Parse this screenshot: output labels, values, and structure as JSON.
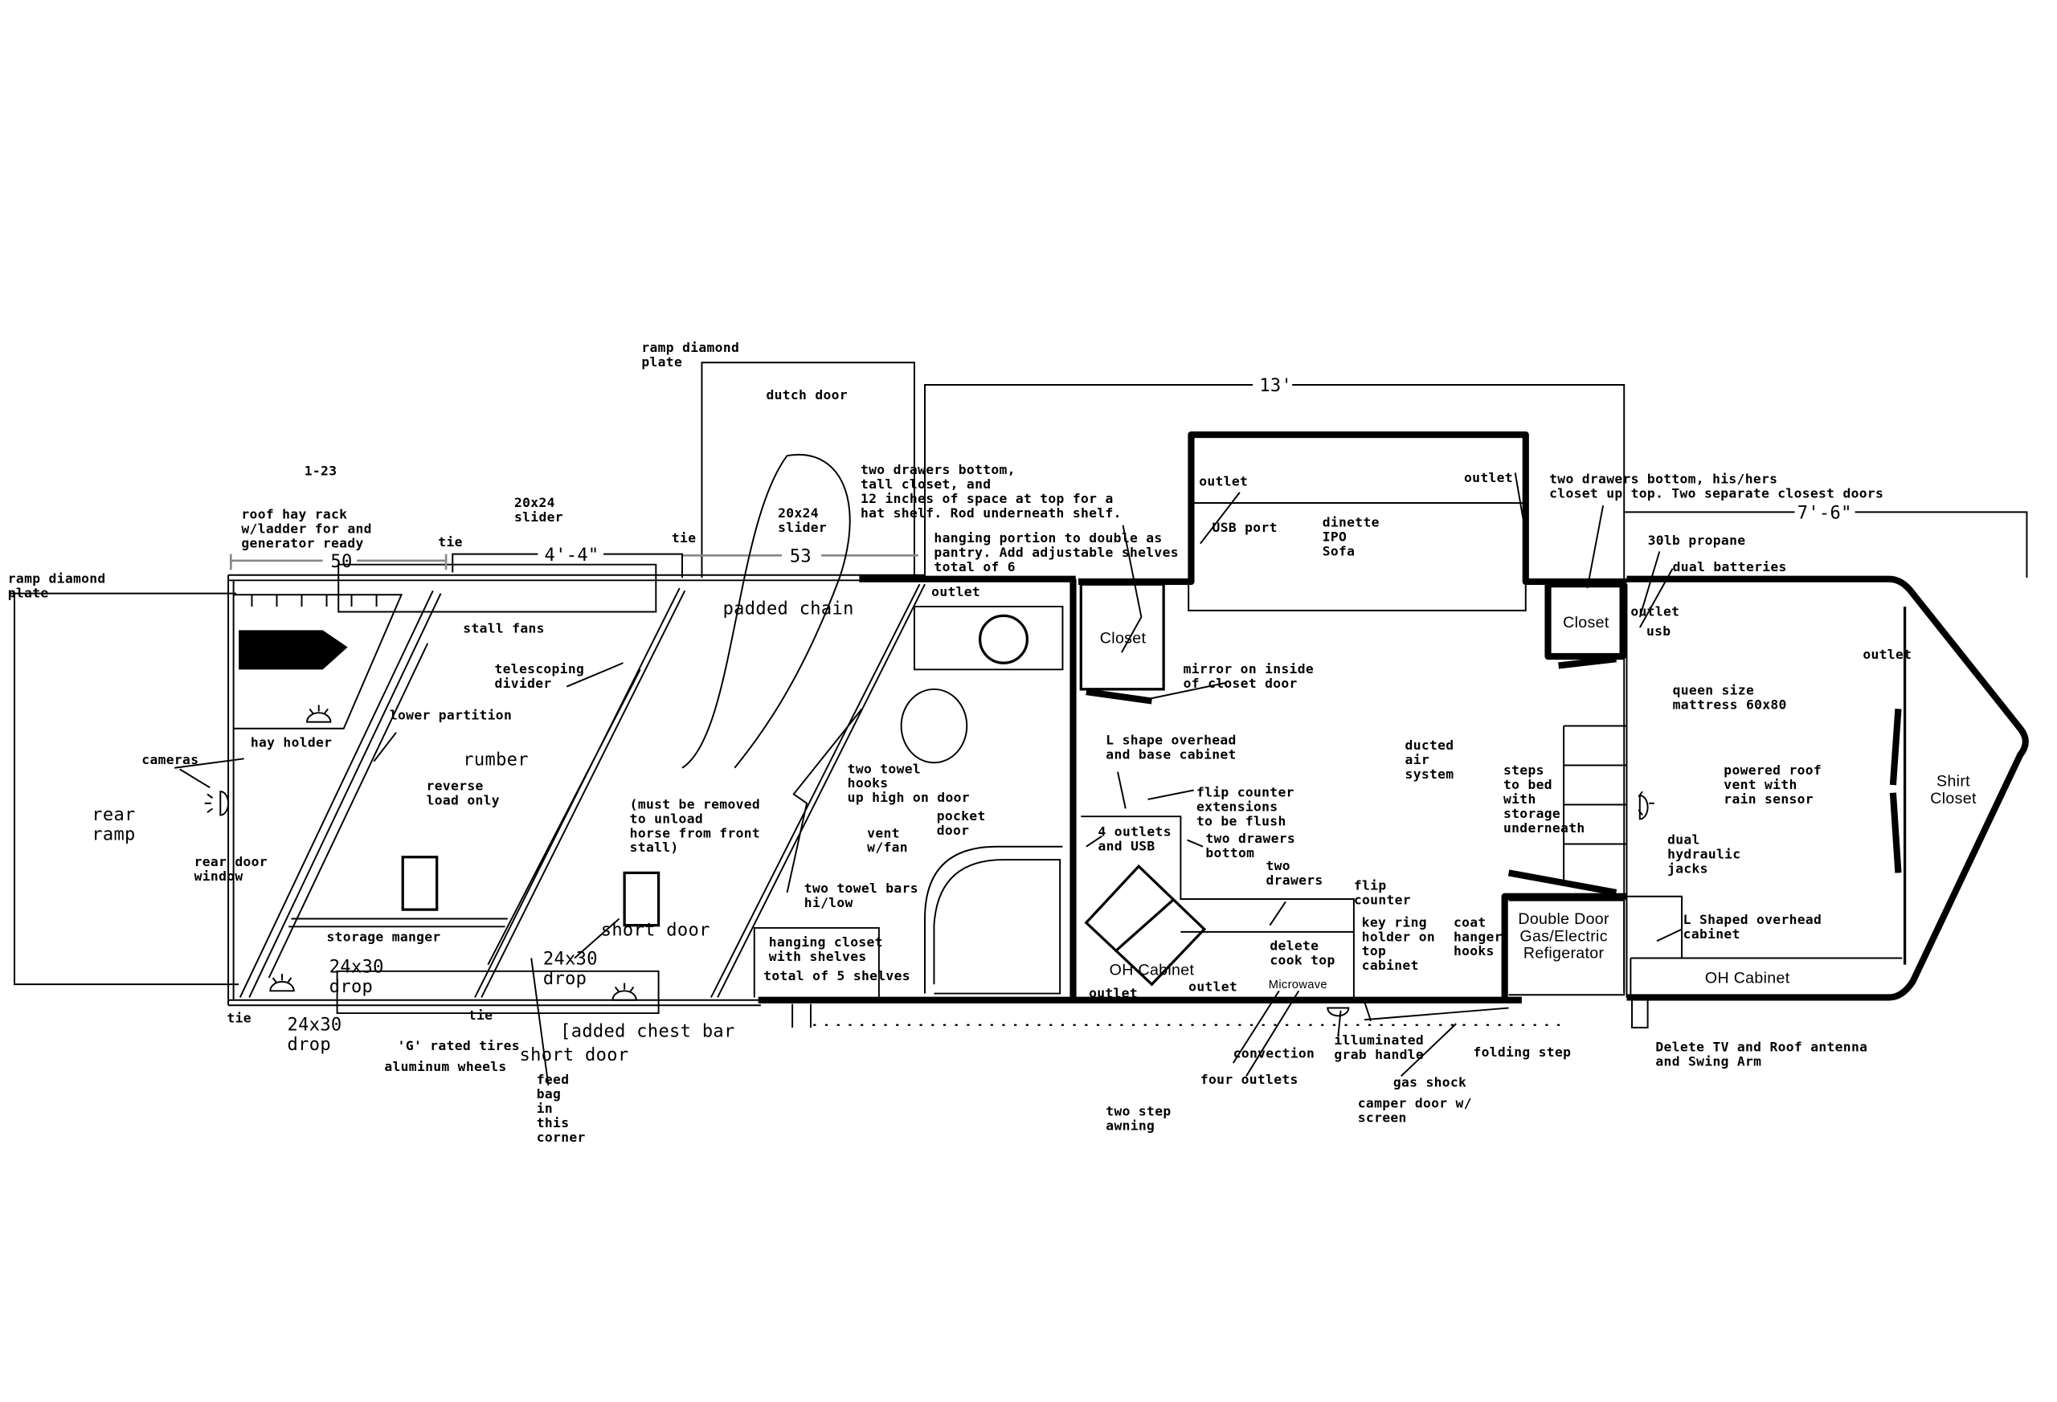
{
  "title_code": "1-23",
  "dimensions": {
    "d50": "50",
    "d4_4": "4'-4\"",
    "d53": "53",
    "d13": "13'",
    "d7_6": "7'-6\""
  },
  "annotations": {
    "roof_hay_rack": [
      "roof hay rack",
      "w/ladder for and",
      "generator ready"
    ],
    "slider_1": [
      "20x24",
      "slider"
    ],
    "slider_2": [
      "20x24",
      "slider"
    ],
    "tie_1": [
      "tie"
    ],
    "tie_2": [
      "tie"
    ],
    "tie_3": [
      "tie"
    ],
    "tie_4": [
      "tie"
    ],
    "ramp_plate_left": [
      "ramp diamond",
      "plate"
    ],
    "ramp_plate_top": [
      "ramp diamond",
      "plate"
    ],
    "dutch_door": [
      "dutch door"
    ],
    "tall_closet": [
      "two drawers bottom,",
      " tall closet, and",
      "12 inches of space at top for a",
      "hat shelf. Rod underneath shelf."
    ],
    "pantry": [
      "hanging portion to double as",
      "pantry. Add adjustable shelves",
      "total of 6"
    ],
    "dinette_outlet_l": [
      "outlet"
    ],
    "usb_port": [
      "USB port"
    ],
    "dinette": [
      "dinette",
      "IPO",
      "Sofa"
    ],
    "dinette_outlet_r": [
      "outlet"
    ],
    "his_hers": [
      "two drawers bottom, his/hers",
      "closet up top. Two separate closest doors"
    ],
    "propane": [
      "30lb propane"
    ],
    "batteries": [
      "dual batteries"
    ],
    "bed_outlet": [
      "outlet"
    ],
    "bed_usb": [
      "usb"
    ],
    "nose_outlet": [
      "outlet"
    ],
    "padded_chain": [
      "padded chain"
    ],
    "stall_fans": [
      "stall fans"
    ],
    "bath_outlet": [
      "outlet"
    ],
    "closet_1": [
      "Closet"
    ],
    "closet_2": [
      "Closet"
    ],
    "shirt_closet": [
      "Shirt",
      "Closet"
    ],
    "telescoping": [
      "telescoping",
      "divider"
    ],
    "mirror": [
      "mirror on inside",
      "of closet door"
    ],
    "queen": [
      "queen size",
      "mattress 60x80"
    ],
    "lower_partition": [
      "lower partition"
    ],
    "hay_holder": [
      "hay holder"
    ],
    "l_shape": [
      "L shape overhead",
      "and base cabinet"
    ],
    "ducted_air": [
      "ducted",
      "air",
      "system"
    ],
    "cameras": [
      "cameras"
    ],
    "rumber": [
      "rumber"
    ],
    "steps_bed": [
      "steps",
      "to bed",
      "with",
      "storage",
      "underneath"
    ],
    "roof_vent": [
      "powered roof",
      "vent with",
      "rain sensor"
    ],
    "towel_hooks": [
      "two towel",
      "hooks",
      "up high on door"
    ],
    "reverse_load": [
      "reverse",
      "load only"
    ],
    "flip_ext": [
      "flip counter",
      "extensions",
      "to be flush"
    ],
    "rear_ramp": [
      "rear",
      "ramp"
    ],
    "outlets_usb": [
      "4 outlets",
      "and USB"
    ],
    "two_drawers_bottom": [
      "two drawers",
      "bottom"
    ],
    "must_remove": [
      "(must be removed",
      "to unload",
      "horse from front",
      "stall)"
    ],
    "pocket_door": [
      "pocket",
      "door"
    ],
    "vent_fan": [
      "vent",
      "w/fan"
    ],
    "jacks": [
      "dual",
      "hydraulic",
      "jacks"
    ],
    "rear_window": [
      "rear door",
      "window"
    ],
    "two_drawers": [
      "two",
      "drawers"
    ],
    "towel_bars": [
      "two towel bars",
      "hi/low"
    ],
    "flip_counter": [
      "flip",
      "counter"
    ],
    "fridge": [
      "Double Door",
      "Gas/Electric",
      "Refigerator"
    ],
    "l_shaped_oh": [
      "L Shaped overhead",
      "cabinet"
    ],
    "key_ring": [
      "key ring",
      "holder on",
      "top",
      "cabinet"
    ],
    "coat_hooks": [
      "coat",
      "hanger",
      "hooks"
    ],
    "short_door_1": [
      "short door"
    ],
    "storage_manger": [
      "storage manger"
    ],
    "hanging_closet": [
      "hanging closet",
      "with shelves"
    ],
    "five_shelves": [
      "total of 5 shelves"
    ],
    "drop_1": [
      "24x30",
      "drop"
    ],
    "drop_2": [
      "24x30",
      "drop"
    ],
    "drop_3": [
      "24x30",
      "drop"
    ],
    "delete_cooktop": [
      "delete",
      "cook top"
    ],
    "oh_cabinet_1": [
      "OH Cabinet"
    ],
    "oh_cabinet_2": [
      "OH Cabinet"
    ],
    "microwave": [
      "Microwave"
    ],
    "kitchen_outlet_1": [
      "outlet"
    ],
    "kitchen_outlet_2": [
      "outlet"
    ],
    "chest_bar": [
      "[added chest bar"
    ],
    "tires": [
      "'G' rated tires"
    ],
    "wheels": [
      "aluminum wheels"
    ],
    "short_door_2": [
      "short door"
    ],
    "delete_tv": [
      "Delete TV and Roof antenna",
      "and Swing Arm"
    ],
    "convection": [
      "convection"
    ],
    "grab_handle": [
      "illuminated",
      "grab handle"
    ],
    "folding_step": [
      "folding step"
    ],
    "feed_bag": [
      "feed",
      "bag",
      "in",
      "this",
      "corner"
    ],
    "four_outlets": [
      "four outlets"
    ],
    "gas_shock": [
      "gas shock"
    ],
    "camper_door": [
      "camper door w/",
      "screen"
    ],
    "awning": [
      "two step",
      "awning"
    ]
  }
}
